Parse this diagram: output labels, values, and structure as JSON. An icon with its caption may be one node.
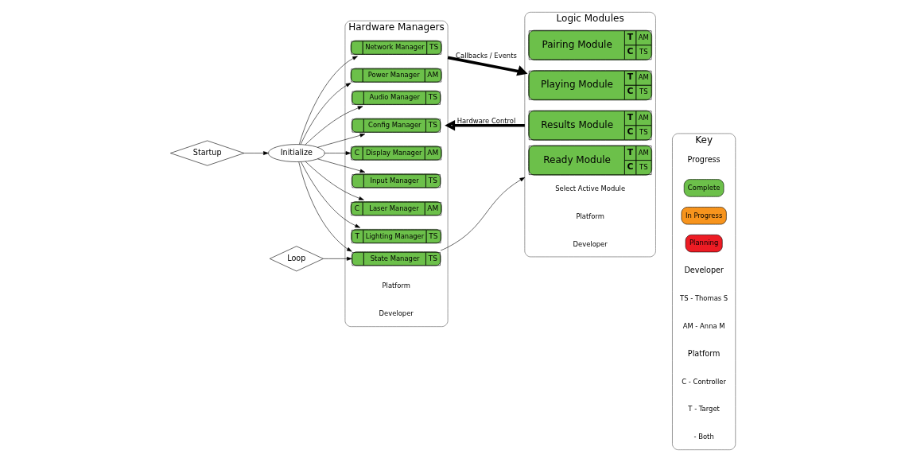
{
  "diagram": {
    "nodes": [
      {
        "text": [
          "Startup"
        ]
      },
      {
        "text": [
          "Initialize"
        ]
      },
      {
        "text": [
          "Loop"
        ]
      },
      {
        "text": [
          "Hardware Managers"
        ]
      },
      {
        "text": [
          "Audio Manager",
          "TS"
        ],
        "in": 3
      },
      {
        "text": [
          "Config Manager",
          "TS"
        ],
        "in": 3
      },
      {
        "text": [
          "C",
          "Display Manager",
          "AM"
        ],
        "in": 3
      },
      {
        "text": [
          "Input Manager",
          "TS"
        ],
        "in": 3
      },
      {
        "text": [
          "C",
          "Laser Manager",
          "AM"
        ],
        "in": 3
      },
      {
        "text": [
          "T",
          "Lighting Manager",
          "TS"
        ],
        "in": 3
      },
      {
        "text": [
          "Network Manager",
          "TS"
        ],
        "in": 3
      },
      {
        "text": [
          "Power Manager",
          "AM"
        ],
        "in": 3
      },
      {
        "text": [
          "State Manager",
          "TS"
        ],
        "in": 3
      },
      {
        "text": [
          "Logic Modules"
        ]
      },
      {
        "text": [
          "Ready Module",
          "T",
          "AM",
          "C",
          "TS"
        ],
        "in": 13
      },
      {
        "text": [
          "Pairing Module",
          "T",
          "AM",
          "C",
          "TS"
        ],
        "in": 13
      },
      {
        "text": [
          "Playing Module",
          "T",
          "AM",
          "C",
          "TS"
        ],
        "in": 13
      },
      {
        "text": [
          "Results Module",
          "T",
          "AM",
          "C",
          "TS"
        ],
        "in": 13
      },
      {
        "text": [
          "Key"
        ]
      }
    ],
    "edges": [
      {
        "from": 0,
        "to": 1,
        "arrow": "to"
      },
      {
        "from": 1,
        "to": 4,
        "arrow": "to"
      },
      {
        "from": 1,
        "to": 5,
        "arrow": "to"
      },
      {
        "from": 1,
        "to": 6,
        "arrow": "to"
      },
      {
        "from": 1,
        "to": 7,
        "arrow": "to"
      },
      {
        "from": 1,
        "to": 8,
        "arrow": "to"
      },
      {
        "from": 1,
        "to": 9,
        "arrow": "to"
      },
      {
        "from": 1,
        "to": 10,
        "arrow": "to"
      },
      {
        "from": 1,
        "to": 11,
        "arrow": "to"
      },
      {
        "from": 1,
        "to": 12,
        "arrow": "to"
      },
      {
        "from": 2,
        "to": 12,
        "arrow": "to"
      },
      {
        "from": 12,
        "to": 13,
        "arrow": "to"
      },
      {
        "from": 13,
        "to": 3,
        "arrow": "to",
        "label": "Hardware Control",
        "style": "thick"
      },
      {
        "from": 3,
        "to": 13,
        "arrow": "to",
        "label": "Callbacks / Events",
        "style": "thick"
      }
    ],
    "labels": [
      "Progress",
      "Developer",
      "TS - Thomas S",
      "AM - Anna M",
      "Platform",
      "C - Controller",
      "T - Target",
      "- Both",
      "Platform",
      "Developer",
      "Select Active Module",
      "Platform",
      "Developer"
    ],
    "legend": [
      {
        "text": "Complete",
        "color": "#6cc04a"
      },
      {
        "text": "In Progress",
        "color": "#f7941d"
      },
      {
        "text": "Planning",
        "color": "#ed1c24"
      }
    ]
  }
}
